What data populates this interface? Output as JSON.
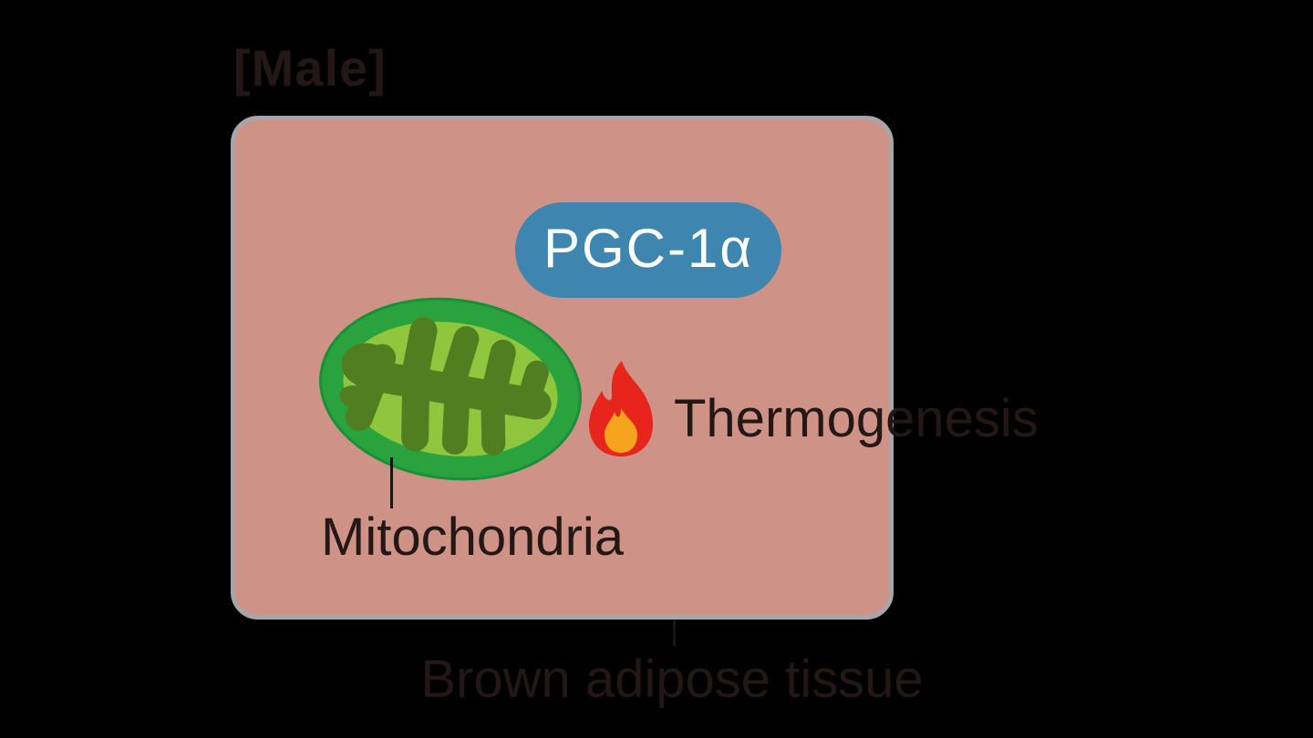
{
  "title": "[Male]",
  "diagram": {
    "pgc_badge_label": "PGC-1α",
    "thermogenesis_label": "Thermogenesis",
    "mitochondria_label": "Mitochondria",
    "tissue_label": "Brown adipose tissue"
  },
  "icons": {
    "flame": "flame-icon",
    "mitochondria": "mitochondria-icon"
  },
  "colors": {
    "background": "#000000",
    "tissue_box_fill": "#cf9286",
    "tissue_box_border": "#a5a5aa",
    "badge_fill": "#3e86b0",
    "badge_text": "#ffffff",
    "label_text": "#231815",
    "flame_red": "#e8251d",
    "flame_orange": "#f6a41e",
    "mito_membrane_green": "#2aa33e",
    "mito_matrix_green": "#90c53e",
    "mito_cristae_green": "#507e20"
  }
}
